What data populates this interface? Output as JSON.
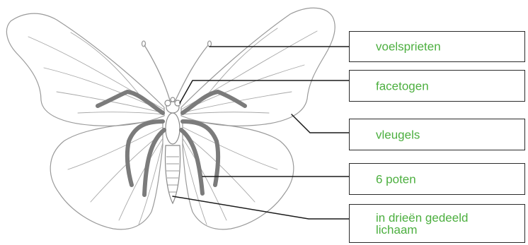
{
  "colors": {
    "label_text": "#4caf3f",
    "outline": "#9a9a9a",
    "legs": "#7b7b7b",
    "leader": "#1a1a1a",
    "box_border": "#2b2b2b"
  },
  "labels": [
    {
      "text": "voelsprieten"
    },
    {
      "text": "facetogen"
    },
    {
      "text": "vleugels"
    },
    {
      "text": "6 poten"
    },
    {
      "text": "in drieën gedeeld\nlichaam"
    }
  ]
}
